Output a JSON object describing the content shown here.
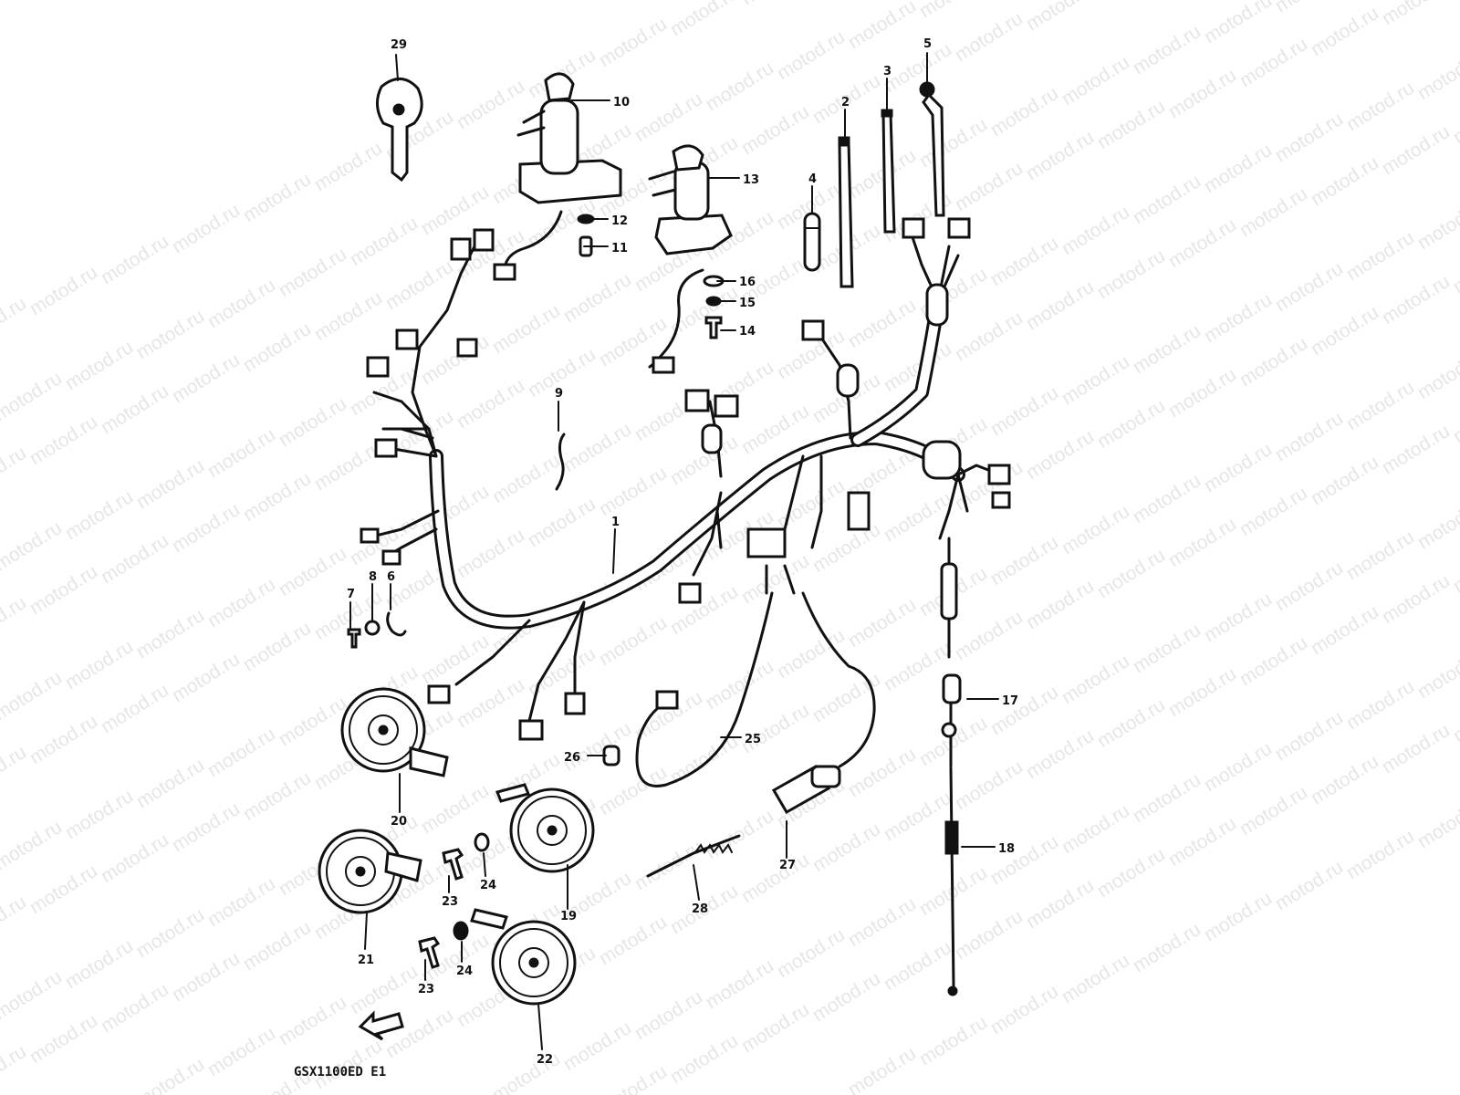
{
  "watermark": {
    "text": "motod.ru"
  },
  "model_label": "GSX1100ED E1",
  "callouts": {
    "c1": "1",
    "c2": "2",
    "c3": "3",
    "c4": "4",
    "c5": "5",
    "c6": "6",
    "c7": "7",
    "c8": "8",
    "c9": "9",
    "c10": "10",
    "c11": "11",
    "c12": "12",
    "c13": "13",
    "c14": "14",
    "c15": "15",
    "c16": "16",
    "c17": "17",
    "c18": "18",
    "c19": "19",
    "c20": "20",
    "c21": "21",
    "c22": "22",
    "c23a": "23",
    "c23b": "23",
    "c24a": "24",
    "c24b": "24",
    "c25": "25",
    "c26": "26",
    "c27": "27",
    "c28": "28",
    "c29": "29"
  },
  "colors": {
    "line": "#111111",
    "background": "#ffffff",
    "watermark": "#e6e6e6"
  }
}
